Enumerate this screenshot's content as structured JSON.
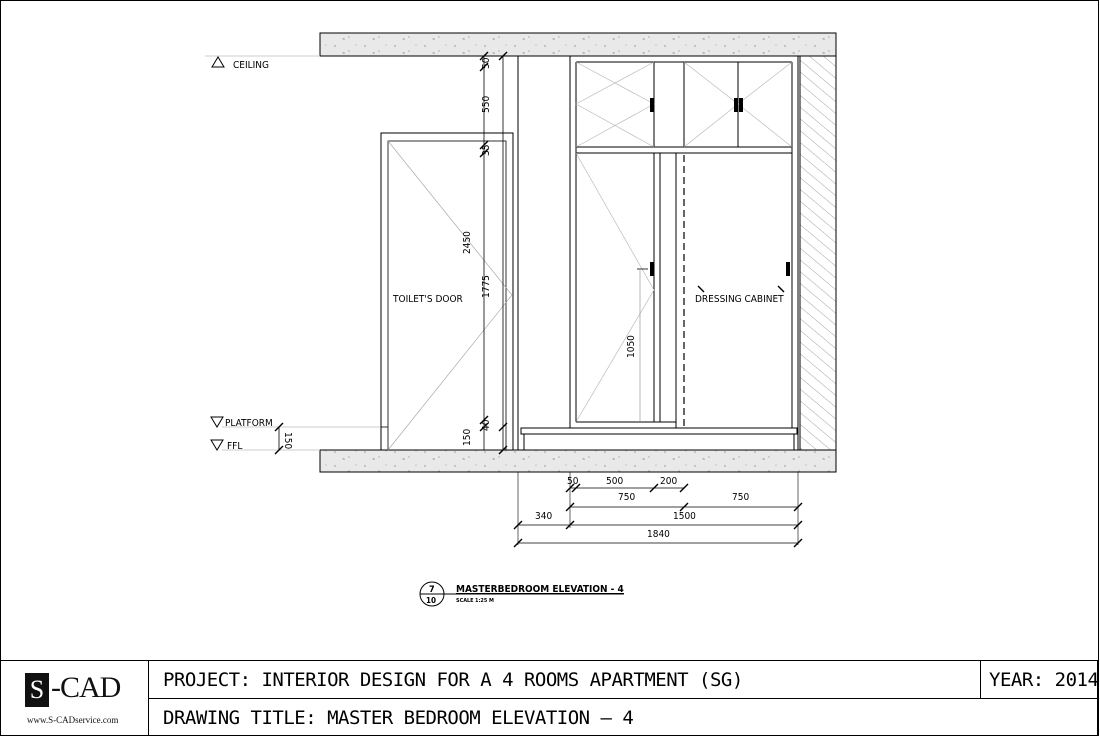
{
  "drawing": {
    "level_ceiling": "CEILING",
    "level_platform": "PLATFORM",
    "level_ffl": "FFL",
    "label_toilet_door": "TOILET'S DOOR",
    "label_dressing_cabinet": "DRESSING CABINET",
    "dims_vertical": {
      "d50": "50",
      "d550": "550",
      "d35": "35",
      "d2450": "2450",
      "d1775": "1775",
      "d40": "40",
      "d150a": "150",
      "d150b": "150",
      "d1050": "1050"
    },
    "dims_horizontal": {
      "d50": "50",
      "d500": "500",
      "d200": "200",
      "d750a": "750",
      "d750b": "750",
      "d340": "340",
      "d1500": "1500",
      "d1840": "1840"
    },
    "callout": {
      "number": "7",
      "sheet": "10",
      "title": "MASTERBEDROOM ELEVATION - 4",
      "scale_label": "SCALE",
      "scale_value": "1:25 M"
    }
  },
  "title_block": {
    "logo_mark": "S",
    "logo_word": "-CAD",
    "logo_url": "www.S-CADservice.com",
    "project": "PROJECT:  INTERIOR DESIGN FOR A 4 ROOMS APARTMENT (SG)",
    "drawing_title": "DRAWING TITLE:  MASTER BEDROOM ELEVATION – 4",
    "year": "YEAR:  2014"
  },
  "colors": {
    "line": "#000000",
    "concrete": "#e6e6e6",
    "hatch": "#9a9a9a"
  }
}
